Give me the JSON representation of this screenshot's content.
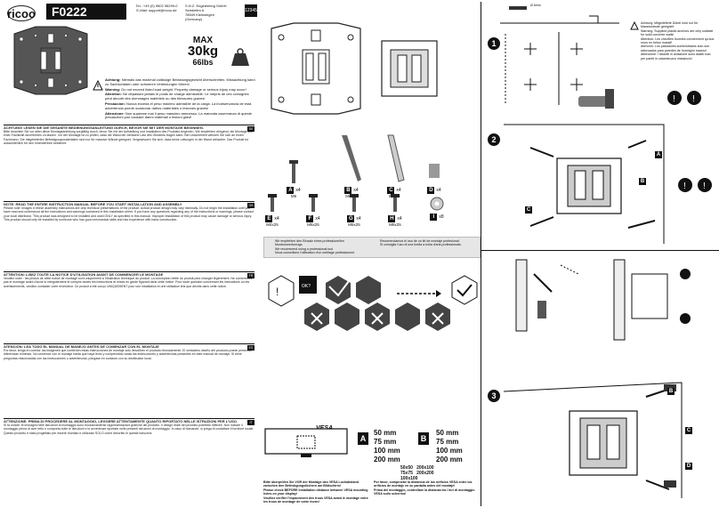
{
  "header": {
    "brand": "ricoo",
    "model": "F0222",
    "contact": [
      "Tel.: +49 (0) 9502 95299-0",
      "E-Mail: support@ricoo.de"
    ],
    "company": [
      "S.N.Z. Engineering GmbH",
      "Seinbeltm 6",
      "78549 Kleinsingen",
      "(Germany)"
    ],
    "page_number": "12345"
  },
  "capacity": {
    "max": "MAX",
    "kg": "30kg",
    "lbs": "66lbs"
  },
  "warnings": [
    {
      "bold": "Achtung:",
      "text": "Niemals das maximal zulässige Belastungsgewicht überschreiten. Missachtung kann zu Sachschäden oder schweren Verletzungen führen!"
    },
    {
      "bold": "Warning:",
      "text": "Do not exceed listed load weight. Property damage or serious injury may occur!"
    },
    {
      "bold": "Attention:",
      "text": "Ne dépassez jamais le poids de charge admissible. Le mépris de ces consignes peut aboutir des dommages matériels ou des blessures graves!"
    },
    {
      "bold": "Precaución:",
      "text": "Nunca exceda el peso máximo admisible de la carga. La inobservancia de esta advertencia puede ocasionar daños materiales o lesiones graves!"
    },
    {
      "bold": "Attenzione:",
      "text": "Non superare mai il peso massimo ammesso. La mancata osservanza di queste precauzioni può causare danni materiali o lesioni gravi!"
    }
  ],
  "sections": [
    {
      "flag": "DE",
      "heading": "ACHTUNG! LESEN SIE DIE GESAMTE BEDIENUNGSANLEITUNG DURCH, BEVOR SIE MIT DER MONTAGE BEGINNEN.",
      "body": "Bitte beachten Sie vor allen diese Montageanleitung sorgfältig durch, bevor Sie mit der Aufstellung und Installation des Produkts beginnen. Wir empfehlen dringend, die Montage von einer Fachkraft durchführen zu lassen. Vor der Montage ist zu prüfen, dass die Wand die vierfache Last des Gewichts tragen kann. Bei Unsicherheit wenden Sie sich an einen Fachmann. Die mitgelieferten Befestigungsmaterialien sind nur für massive Wände geeignet. Vergewissern Sie sich, dass keine Leitungen in der Wand verlaufen. Das Produkt ist ausschließlich für den Innenbereich bestimmt."
    },
    {
      "flag": "GB",
      "heading": "NOTE: READ THE ENTIRE INSTRUCTION MANUAL BEFORE YOU START INSTALLATION AND ASSEMBLY",
      "body": "Please note: Images in these assembly instructions are only technical presentations of the product. Actual product design may vary minimally. Do not begin the installation until you have read and understood all the instructions and warnings contained in this installation sheet. If you have any questions regarding any of the instructions or warnings, please contact your local distributor. This product was designed to be installed and used ONLY as specified in this manual. Improper installation of this product may cause damage or serious injury. This product should only be installed by someone who has good mechanical skills and has experience with basic construction."
    },
    {
      "flag": "FR",
      "heading": "ATTENTION: LISEZ TOUTE LA NOTICE D'UTILISATION AVANT DE COMMENCER LE MONTAGE",
      "body": "Veuillez noter : les photos de cette notice de montage sont uniquement à l'illustration technique du produit. La conception réelle du produit peut changer légèrement. Ne commencez pas le montage avant d'avoir lu intégralement et compris toutes les instructions et mises en garde figurant dans cette notice. Pour toute question concernant les instructions ou les avertissements, veuillez contacter votre revendeur. Ce produit a été conçu UNIQUEMENT pour une installation et une utilisation tels que décrits dans cette notice."
    },
    {
      "flag": "ES",
      "heading": "ATENCIÓN: LEA TODO EL MANUAL DE MANEJO ANTES DE COMENZAR CON EL MONTAJE",
      "body": "Por favor, tenga en cuenta: las imágenes que contienen estas instrucciones de montaje sólo describen el producto técnicamente. El verdadero diseño del producto puede presentar diferencias mínimas. No comience con el montaje hasta que haya leído y comprendido todas las instrucciones y advertencias presentes en este manual de montaje. Si tiene preguntas relacionadas con las instrucciones o advertencias, póngase en contacto con su distribuidor local."
    },
    {
      "flag": "IT",
      "heading": "ATTENZIONE: PRIMA DI PROCEDERE AL MONTAGGIO, LEGGERE ATTENTAMENTE QUANTO RIPORTATO NELLE ISTRUZIONI PER L'USO.",
      "body": "Si fa notare: le immagini nelle istruzioni di montaggio sono esclusivamente rappresentazioni grafiche del prodotto. Il design reale del prodotto potrebbe differire. Non iniziare il montaggio prima di aver letto e compreso tutte le istruzioni e le avvertenze riportate nelle presenti istruzioni di montaggio. In caso di domande, si prega di contattare il fornitore locale. Questo prodotto è stato progettato per essere montato e utilizzato SOLO come descritto in queste istruzioni."
    }
  ],
  "parts": [
    {
      "label": "A",
      "qty": "x4",
      "size": "M6"
    },
    {
      "label": "B",
      "qty": "x4",
      "size": "M6x50"
    },
    {
      "label": "C",
      "qty": "x4",
      "size": "S8x40"
    },
    {
      "label": "D",
      "qty": "x4",
      "size": ""
    },
    {
      "label": "E",
      "qty": "x4",
      "size": "M4x25"
    },
    {
      "label": "F",
      "qty": "x4",
      "size": "M5x25"
    },
    {
      "label": "G",
      "qty": "x4",
      "size": "M6x25"
    },
    {
      "label": "H",
      "qty": "x4",
      "size": "M8x25"
    },
    {
      "label": "I",
      "qty": "x8",
      "size": ""
    }
  ],
  "recommend": [
    "Wir empfehlen den Einsatz eines professionellen Monteurwerkzeugs.",
    "We recommend using a professional tool.",
    "Nous conseillons l'utilisation d'un outillage professionnel.",
    "Recomendamos el uso de un kit de montaje profesional.",
    "Si consiglia l'uso di una livella a bolla d'aria professionale."
  ],
  "vesa": {
    "title": "VESA",
    "A": [
      "50 mm",
      "75 mm",
      "100 mm",
      "200 mm"
    ],
    "B": [
      "50 mm",
      "75 mm",
      "100 mm",
      "200 mm"
    ],
    "sizes": [
      "50x50",
      "200x100",
      "75x75",
      "200x200",
      "100x100"
    ],
    "notes": [
      "Bitte überprüfen Sie VOR der Montage den VESA Lochabstand zwischen den Befestigungslöchern am Bildschirm!",
      "Please check BEFORE installation distance between VESA mounting holes on your display!",
      "Veuillez vérifier l'espacement des trous VESA avant le montage entre les trous de montage de votre écran!",
      "Por favor, compruebe la distancia de los orificios VESA entre los orificios de montaje en su pantalla antes del montaje!",
      "Prima del montaggio, controllare la distanza tra i fori di montaggio VESA sullo schermo!"
    ]
  },
  "right": {
    "step1_label": "1",
    "step2_label": "2",
    "step3_label": "3",
    "tool_size": "Ø 8mm",
    "drill_size": "Ø 8mm",
    "step1_notes": [
      "Achtung: Mitgelieferte Dübel sind nur für Massivwände geeignet!",
      "Warning: Supplied plastic anchors are only suitable for solid concrete walls!",
      "Attention: Les chevilles fournies conviennent qu'aux murs en béton massif!",
      "Atención: Los pasadores suministrados solo son adecuados para paredes de hormigón macizo!",
      "Attenzione: I tasselli in dotazione sono adatti solo per pareti in calcestruzzo massiccio!"
    ]
  }
}
